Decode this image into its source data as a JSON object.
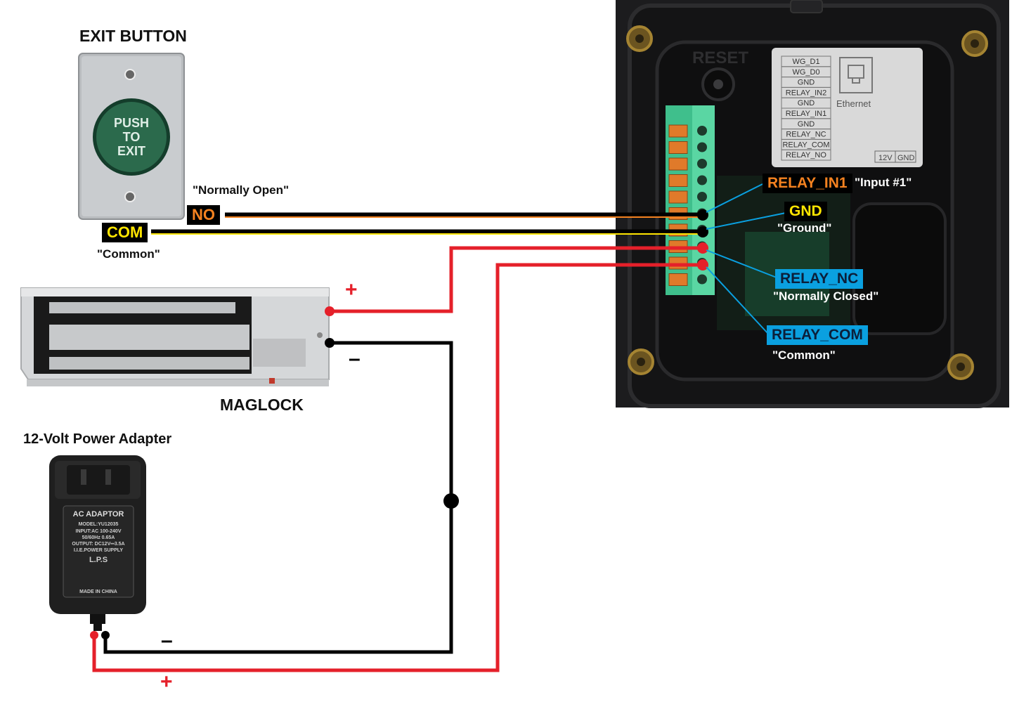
{
  "exit_button": {
    "title": "EXIT BUTTON",
    "button_text": [
      "PUSH",
      "TO",
      "EXIT"
    ],
    "no_label": "NO",
    "no_desc": "\"Normally Open\"",
    "com_label": "COM",
    "com_desc": "\"Common\""
  },
  "maglock": {
    "title": "MAGLOCK",
    "plus": "+",
    "minus": "–"
  },
  "adapter": {
    "title": "12-Volt Power Adapter",
    "label_title": "AC ADAPTOR",
    "label_lines": [
      "MODEL:YU12035",
      "INPUT:AC 100-240V",
      "50/60Hz 0.65A",
      "OUTPUT: DC12V⎓3.5A",
      "I.I.E.POWER SUPPLY",
      "L.P.S",
      "MADE IN CHINA"
    ],
    "plus": "+",
    "minus": "–"
  },
  "controller": {
    "reset_label": "RESET",
    "pin_labels": [
      "WG_D1",
      "WG_D0",
      "GND",
      "RELAY_IN2",
      "GND",
      "RELAY_IN1",
      "GND",
      "RELAY_NC",
      "RELAY_COM",
      "RELAY_NO"
    ],
    "ethernet_label": "Ethernet",
    "power_labels": [
      "12V",
      "GND"
    ]
  },
  "terminals": [
    {
      "name": "RELAY_IN1",
      "desc": "\"Input #1\"",
      "style": "orange"
    },
    {
      "name": "GND",
      "desc": "\"Ground\"",
      "style": "yellow"
    },
    {
      "name": "RELAY_NC",
      "desc": "\"Normally Closed\"",
      "style": "blue"
    },
    {
      "name": "RELAY_COM",
      "desc": "\"Common\"",
      "style": "blue"
    }
  ],
  "colors": {
    "wire_red": "#e5202a",
    "wire_black": "#000000",
    "wire_yellow": "#ffe500",
    "wire_orange": "#f58220",
    "tag_blue": "#0aa0e0",
    "terminal_green": "#4fd0a0"
  }
}
